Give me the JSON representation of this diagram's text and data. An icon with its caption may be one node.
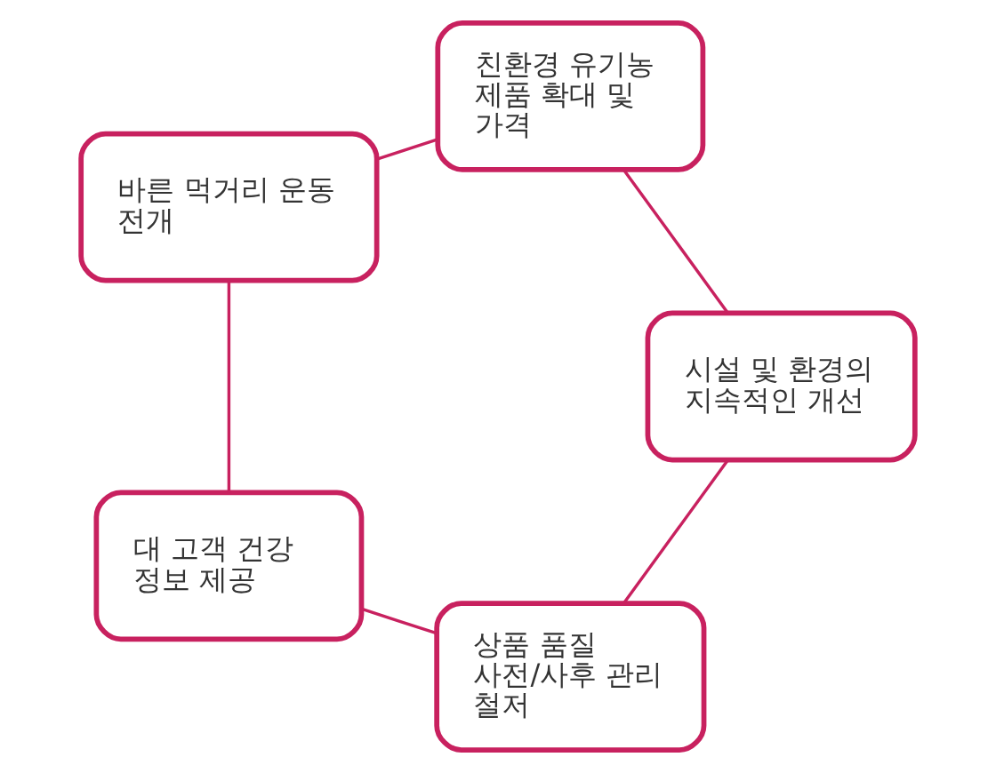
{
  "diagram": {
    "nodes": [
      {
        "text": [
          "상품 품질 사전/사후 관리 철저"
        ]
      },
      {
        "text": [
          "시설 및 환경의 지속적인 개선"
        ]
      },
      {
        "text": [
          "대 고객 건강 정보 제공"
        ]
      },
      {
        "text": [
          "친환경 유기농 제품 확대 및 가격"
        ]
      },
      {
        "text": [
          "바른 먹거리 운동 전개"
        ]
      }
    ],
    "edges": [
      {
        "from": 0,
        "to": 2,
        "arrow": "none"
      },
      {
        "from": 2,
        "to": 4,
        "arrow": "none"
      },
      {
        "from": 4,
        "to": 3,
        "arrow": "none"
      },
      {
        "from": 3,
        "to": 1,
        "arrow": "none"
      },
      {
        "from": 1,
        "to": 0,
        "arrow": "none"
      }
    ]
  }
}
